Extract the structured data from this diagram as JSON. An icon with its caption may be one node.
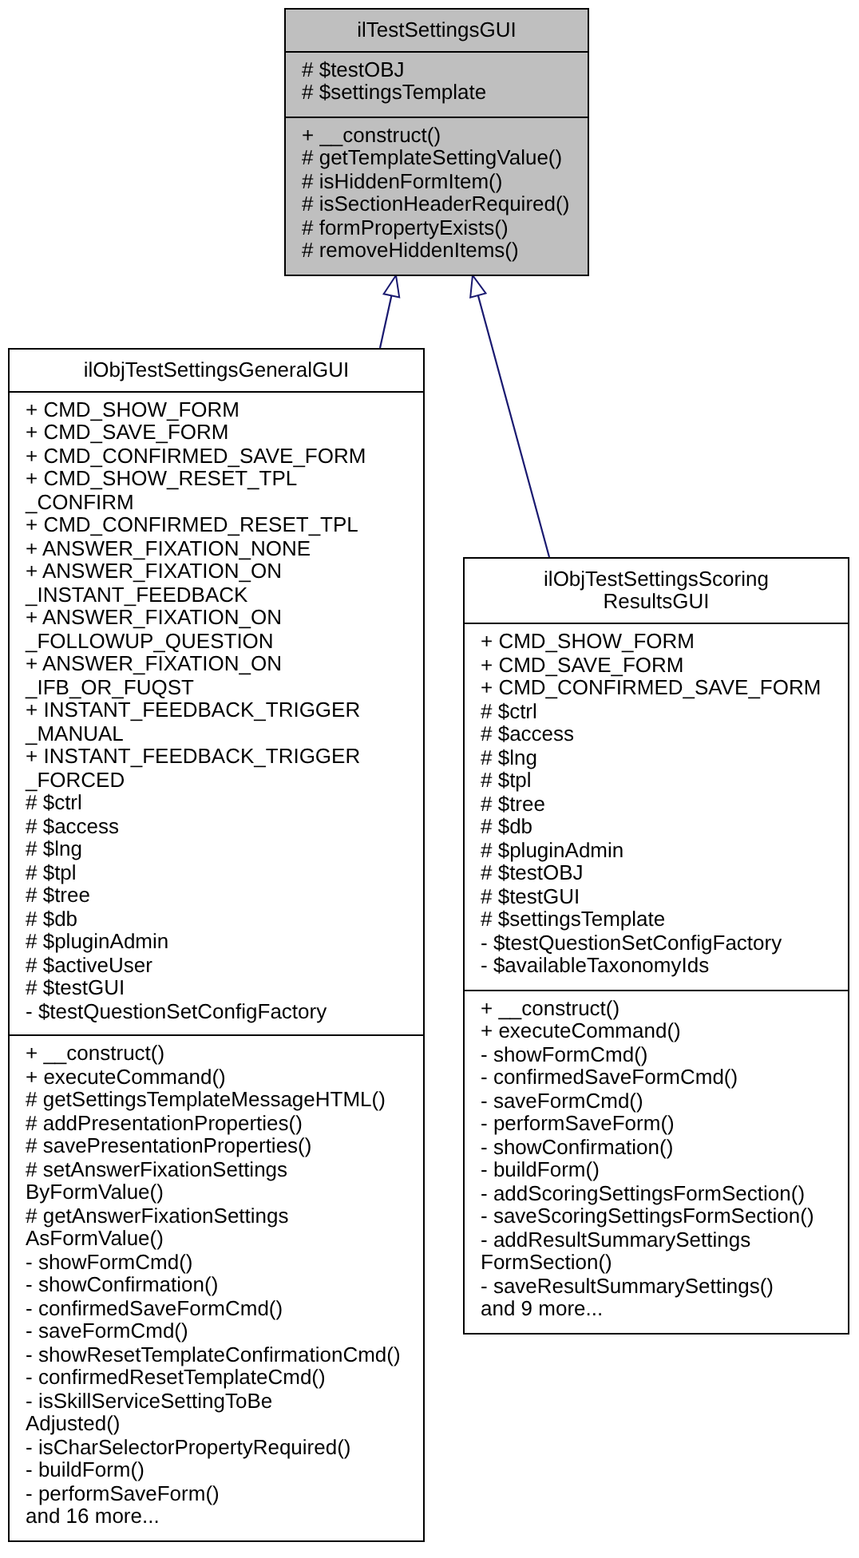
{
  "diagram": {
    "nodes": [
      {
        "text": [
          "ilTestSettingsGUI"
        ]
      },
      {
        "text": [
          "# $testOBJ",
          "# $settingsTemplate"
        ],
        "in": 0
      },
      {
        "text": [
          "+ __construct()",
          "# getTemplateSettingValue()",
          "# isHiddenFormItem()",
          "# isSectionHeaderRequired()",
          "# formPropertyExists()",
          "# removeHiddenItems()"
        ],
        "in": 0
      },
      {
        "text": [
          "ilObjTestSettingsGeneralGUI"
        ]
      },
      {
        "text": [
          "+ CMD_SHOW_FORM",
          "+ CMD_SAVE_FORM",
          "+ CMD_CONFIRMED_SAVE_FORM",
          "+ CMD_SHOW_RESET_TPL _CONFIRM",
          "+ CMD_CONFIRMED_RESET_TPL",
          "+ ANSWER_FIXATION_NONE",
          "+ ANSWER_FIXATION_ON _INSTANT_FEEDBACK",
          "+ ANSWER_FIXATION_ON _FOLLOWUP_QUESTION",
          "+ ANSWER_FIXATION_ON _IFB_OR_FUQST",
          "+ INSTANT_FEEDBACK_TRIGGER _MANUAL",
          "+ INSTANT_FEEDBACK_TRIGGER _FORCED",
          "# $ctrl",
          "# $access",
          "# $lng",
          "# $tpl",
          "# $tree",
          "# $db",
          "# $pluginAdmin",
          "# $activeUser",
          "# $testGUI",
          "- $testQuestionSetConfigFactory"
        ],
        "in": 3
      },
      {
        "text": [
          "+ __construct()",
          "+ executeCommand()",
          "# getSettingsTemplateMessageHTML()",
          "# addPresentationProperties()",
          "# savePresentationProperties()",
          "# setAnswerFixationSettings ByFormValue()",
          "# getAnswerFixationSettings AsFormValue()",
          "- showFormCmd()",
          "- showConfirmation()",
          "- confirmedSaveFormCmd()",
          "- saveFormCmd()",
          "- showResetTemplateConfirmationCmd()",
          "- confirmedResetTemplateCmd()",
          "- isSkillServiceSettingToBe Adjusted()",
          "- isCharSelectorPropertyRequired()",
          "- buildForm()",
          "- performSaveForm()",
          "and 16 more..."
        ],
        "in": 3
      },
      {
        "text": [
          "ilObjTestSettingsScoring ResultsGUI"
        ]
      },
      {
        "text": [
          "+ CMD_SHOW_FORM",
          "+ CMD_SAVE_FORM",
          "+ CMD_CONFIRMED_SAVE_FORM",
          "# $ctrl",
          "# $access",
          "# $lng",
          "# $tpl",
          "# $tree",
          "# $db",
          "# $pluginAdmin",
          "# $testOBJ",
          "# $testGUI",
          "# $settingsTemplate",
          "- $testQuestionSetConfigFactory",
          "- $availableTaxonomyIds"
        ],
        "in": 6
      },
      {
        "text": [
          "+ __construct()",
          "+ executeCommand()",
          "- showFormCmd()",
          "- confirmedSaveFormCmd()",
          "- saveFormCmd()",
          "- performSaveForm()",
          "- showConfirmation()",
          "- buildForm()",
          "- addScoringSettingsFormSection()",
          "- saveScoringSettingsFormSection()",
          "- addResultSummarySettings FormSection()",
          "- saveResultSummarySettings()",
          "and 9 more..."
        ],
        "in": 6
      }
    ],
    "edges": [
      {
        "from": 3,
        "to": 0,
        "arrow": "to"
      },
      {
        "from": 6,
        "to": 0,
        "arrow": "to"
      }
    ]
  }
}
